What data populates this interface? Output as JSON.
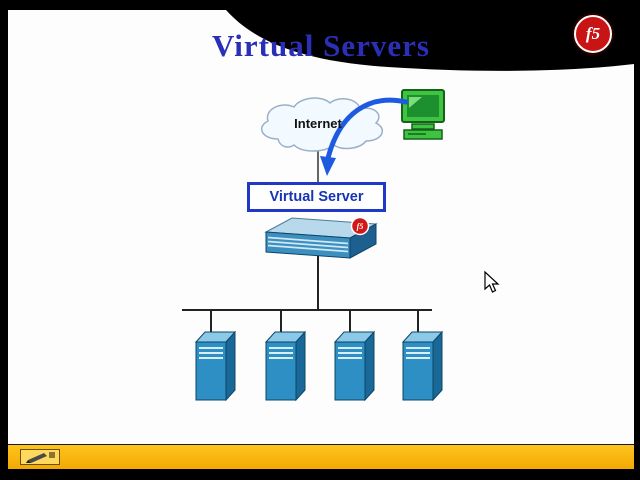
{
  "slide": {
    "title": "Virtual Servers",
    "cloud_label": "Internet",
    "virtual_server_label": "Virtual Server",
    "logo_text": "f5",
    "device_badge_text": "f5",
    "server_count": 4
  },
  "colors": {
    "title_blue": "#2a2fb8",
    "box_border_blue": "#2038c8",
    "arrow_blue": "#1e5ae0",
    "server_front_blue": "#2e8fc4",
    "server_top_blue": "#8cc8e8",
    "server_side_blue": "#1a6898",
    "computer_green": "#3fc441",
    "logo_red": "#c81414",
    "toolbar_yellow": "#f6b411",
    "swoosh_black": "#000000"
  }
}
